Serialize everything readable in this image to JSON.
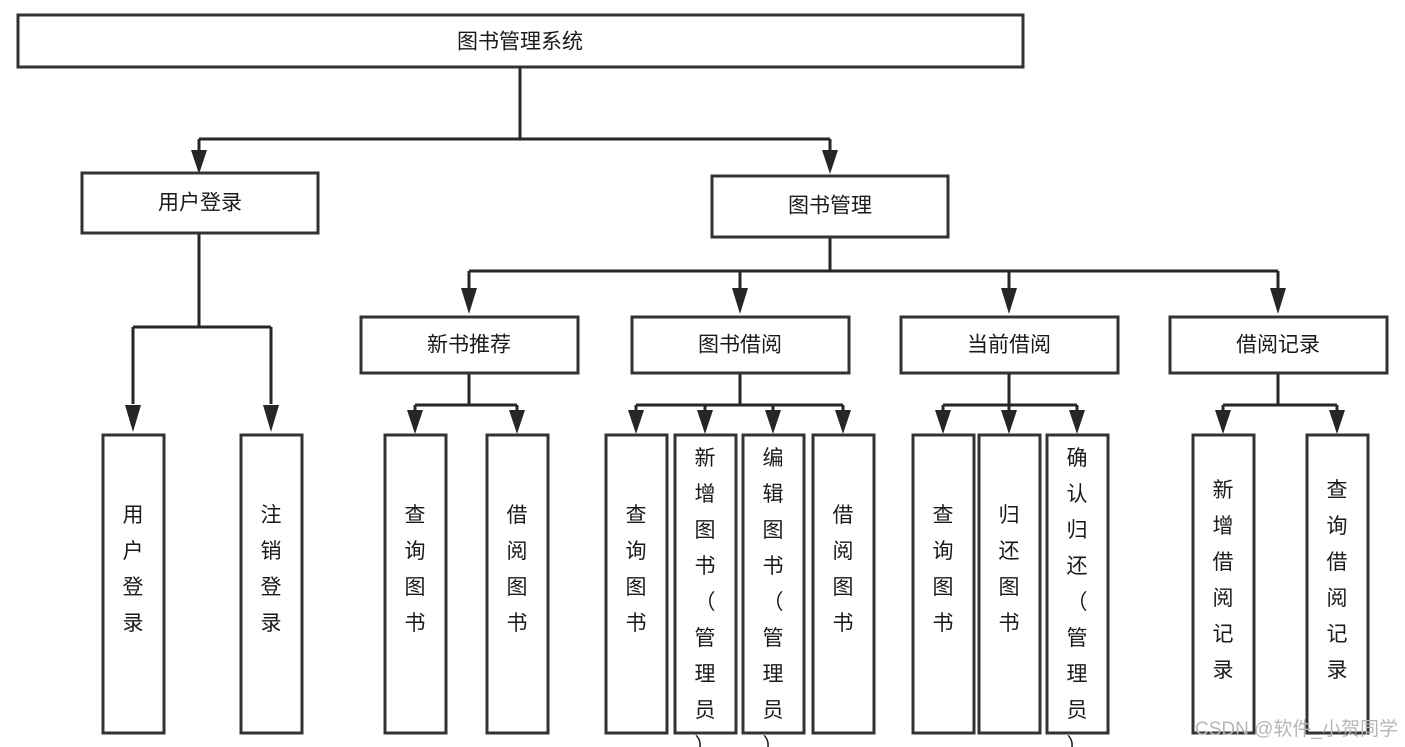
{
  "diagram": {
    "title": "图书管理系统",
    "type": "tree-hierarchy",
    "root": {
      "id": "root",
      "label": "图书管理系统",
      "orientation": "horizontal"
    },
    "level2": [
      {
        "id": "user-login",
        "label": "用户登录",
        "orientation": "horizontal"
      },
      {
        "id": "book-management",
        "label": "图书管理",
        "orientation": "horizontal"
      }
    ],
    "level3": [
      {
        "id": "new-book-recommend",
        "label": "新书推荐",
        "orientation": "horizontal",
        "parent": "book-management"
      },
      {
        "id": "book-borrow",
        "label": "图书借阅",
        "orientation": "horizontal",
        "parent": "book-management"
      },
      {
        "id": "current-borrow",
        "label": "当前借阅",
        "orientation": "horizontal",
        "parent": "book-management"
      },
      {
        "id": "borrow-record",
        "label": "借阅记录",
        "orientation": "horizontal",
        "parent": "book-management"
      }
    ],
    "leaves": [
      {
        "id": "leaf-user-login",
        "label": "用户登录",
        "orientation": "vertical",
        "parent": "user-login"
      },
      {
        "id": "leaf-logout-login",
        "label": "注销登录",
        "orientation": "vertical",
        "parent": "user-login"
      },
      {
        "id": "leaf-query-book-1",
        "label": "查询图书",
        "orientation": "vertical",
        "parent": "new-book-recommend"
      },
      {
        "id": "leaf-borrow-book-1",
        "label": "借阅图书",
        "orientation": "vertical",
        "parent": "new-book-recommend"
      },
      {
        "id": "leaf-query-book-2",
        "label": "查询图书",
        "orientation": "vertical",
        "parent": "book-borrow"
      },
      {
        "id": "leaf-add-book",
        "label": "新增图书（管理员）",
        "orientation": "vertical",
        "parent": "book-borrow"
      },
      {
        "id": "leaf-edit-book",
        "label": "编辑图书（管理员）",
        "orientation": "vertical",
        "parent": "book-borrow"
      },
      {
        "id": "leaf-borrow-book-2",
        "label": "借阅图书",
        "orientation": "vertical",
        "parent": "book-borrow"
      },
      {
        "id": "leaf-query-book-3",
        "label": "查询图书",
        "orientation": "vertical",
        "parent": "current-borrow"
      },
      {
        "id": "leaf-return-book",
        "label": "归还图书",
        "orientation": "vertical",
        "parent": "current-borrow"
      },
      {
        "id": "leaf-confirm-return",
        "label": "确认归还（管理员）",
        "orientation": "vertical",
        "parent": "current-borrow"
      },
      {
        "id": "leaf-add-record",
        "label": "新增借阅记录",
        "orientation": "vertical",
        "parent": "borrow-record"
      },
      {
        "id": "leaf-query-record",
        "label": "查询借阅记录",
        "orientation": "vertical",
        "parent": "borrow-record"
      }
    ]
  },
  "watermark": {
    "text": "CSDN @软件_小贺同学"
  },
  "colors": {
    "box_fill": "#ffffff",
    "box_stroke": "#333333",
    "connector": "#262626",
    "text": "#1a1a1a",
    "watermark": "#b6b6b6",
    "background": "#ffffff"
  }
}
